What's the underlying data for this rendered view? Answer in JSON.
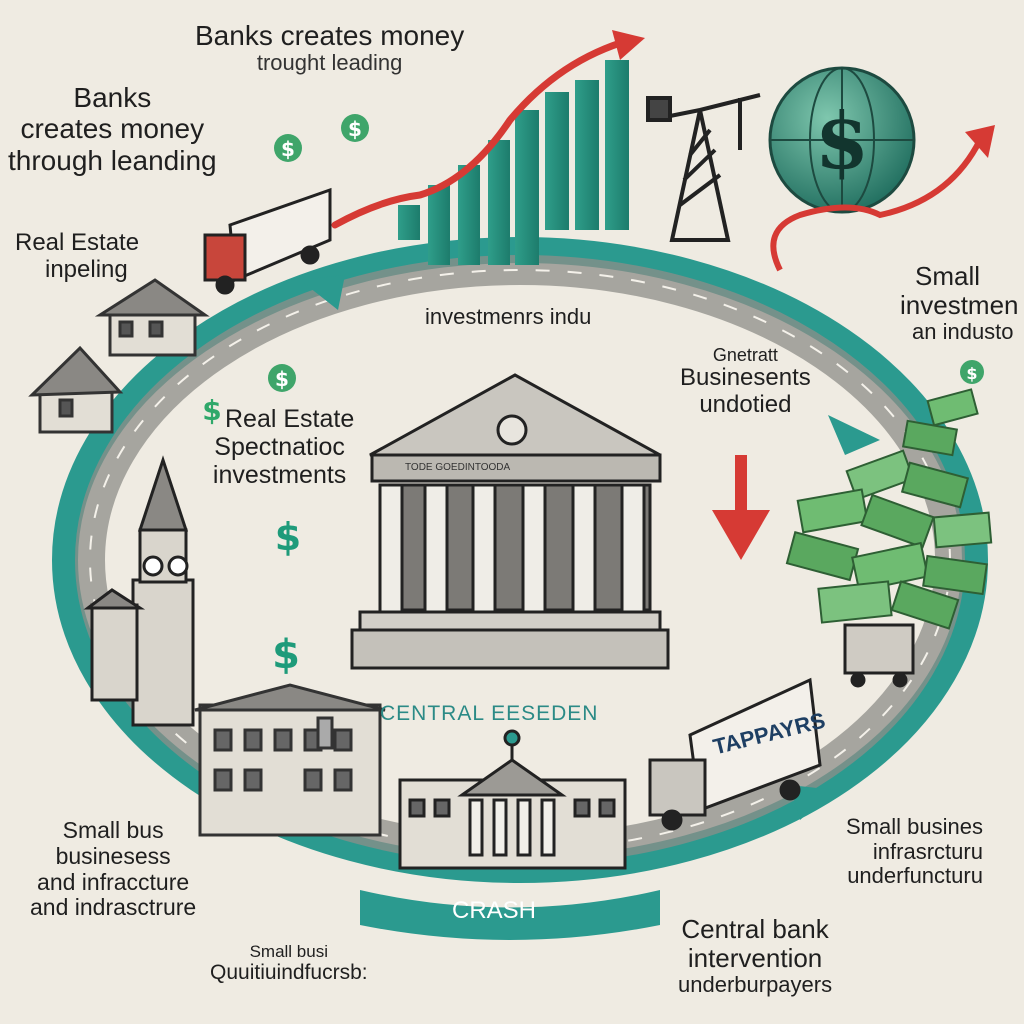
{
  "labels": {
    "top_title": [
      "Banks creates money",
      "trought leading"
    ],
    "left_top": [
      "Banks",
      "creates money",
      "through leanding"
    ],
    "real_estate_left": [
      "Real Estate",
      "inpeling"
    ],
    "investments_top": "investmenrs indu",
    "real_estate_center": [
      "Real Estate",
      "Spectnatioc",
      "investments"
    ],
    "businesses_right": [
      "Gnetratt",
      "Businesents",
      "undotied"
    ],
    "small_invest_right": [
      "Small",
      "investmen",
      "an industo"
    ],
    "central_label": "CENTRAL EESEDEN",
    "bank_sign": "TODE GOEDINTOODA",
    "truck_sign": "TAPPAYRS",
    "crash": "CRASH",
    "small_bus_left": [
      "Small bus",
      "businesess",
      "and infraccture",
      "and indrasctrure"
    ],
    "small_bus_bottom": [
      "Small busi",
      "Quuitiuindfucrsb:"
    ],
    "small_bus_right": [
      "Small busines",
      "infrasrcturu",
      "underfuncturu"
    ],
    "central_bank_int": [
      "Central bank",
      "intervention",
      "underburpayers"
    ]
  },
  "icons": [
    "dollar-icon",
    "money-stack-icon",
    "globe-dollar-icon",
    "crane-icon",
    "trend-arrow-icon",
    "down-arrow-icon",
    "cycle-arrow-icon",
    "truck-icon",
    "bank-building-icon",
    "clock-tower-icon"
  ],
  "colors": {
    "teal": "#2b9a8f",
    "red": "#d63a34",
    "road": "#8e8d88",
    "background": "#efebe2",
    "money": "#5aa85f"
  }
}
